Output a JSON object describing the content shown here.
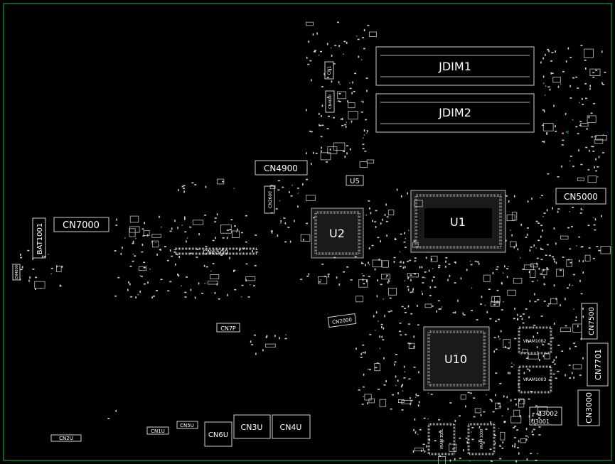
{
  "board": {
    "outline_color": "#1e7a2a",
    "silk_color": "#d0d0d0",
    "via_color": "#3aa6a0",
    "background": "#000000"
  },
  "components": {
    "jdim1": "JDIM1",
    "jdim2": "JDIM2",
    "cn4900": "CN4900",
    "u5": "U5",
    "cn5000": "CN5000",
    "u1": "U1",
    "u2": "U2",
    "cn7000": "CN7000",
    "bat1001": "BAT1001",
    "cn6500": "CN6500",
    "cn2000": "CN2000",
    "cn7p": "CN7P",
    "u10": "U10",
    "cn7500": "CN7500",
    "cn7701": "CN7701",
    "vram1002": "VRAM1002",
    "vram1003": "VRAM1003",
    "u3002": "U3002",
    "u3001": "U3001",
    "cn3000": "CN3000",
    "cn3u": "CN3U",
    "cn4u": "CN4U",
    "cn6u": "CN6U",
    "cn5u": "CN5U",
    "cn1u": "CN1U",
    "cn2u": "CN2U",
    "vram1001": "VRAM 1001",
    "vram1000": "VRAM 1000",
    "cn1": "CN1",
    "cn4600": "CN4600",
    "cn2600": "CN2600",
    "cn4800": "CN4800"
  }
}
